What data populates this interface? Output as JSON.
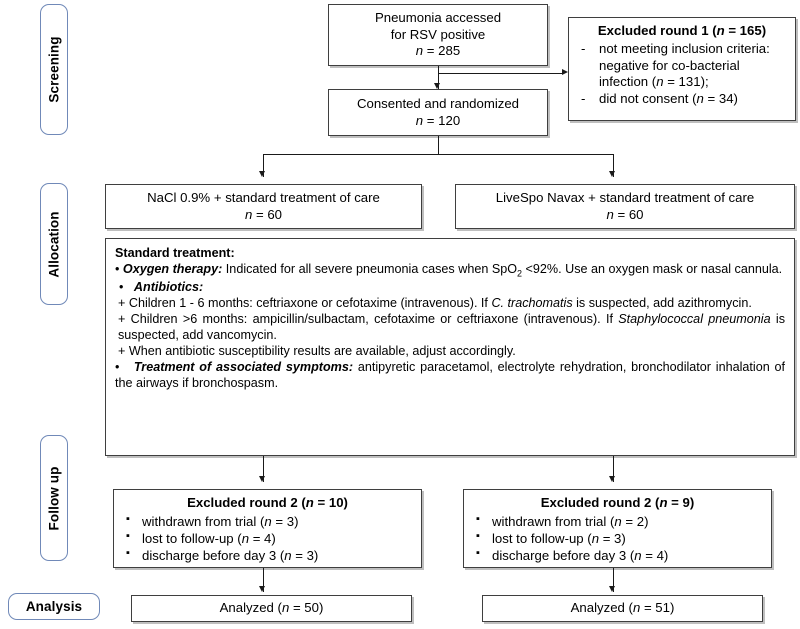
{
  "diagram": {
    "title": "CONSORT participant flow diagram",
    "stages": [
      {
        "id": "screening",
        "label": "Screening"
      },
      {
        "id": "allocation",
        "label": "Allocation"
      },
      {
        "id": "followup",
        "label": "Follow up"
      },
      {
        "id": "analysis",
        "label": "Analysis"
      }
    ],
    "boxes": {
      "assessed": {
        "line1": "Pneumonia accessed",
        "line2": "for RSV positive",
        "line3_n": "n",
        "line3_val": " = 285"
      },
      "excluded1": {
        "title_a": "Excluded round 1 (",
        "title_n": "n",
        "title_b": " = 165)",
        "items": [
          {
            "marker": "-",
            "text_a": "not meeting inclusion criteria: negative for co-bacterial infection (",
            "n": "n",
            "text_b": " = 131);"
          },
          {
            "marker": "-",
            "text_a": "did not consent (",
            "n": "n",
            "text_b": " = 34)"
          }
        ]
      },
      "randomized": {
        "line1": "Consented and randomized",
        "line2_n": "n",
        "line2_val": " = 120"
      },
      "arm_left": {
        "line1": "NaCl 0.9% + standard treatment of care",
        "line2_n": "n",
        "line2_val": " = 60"
      },
      "arm_right": {
        "line1": "LiveSpo Navax + standard treatment of care",
        "line2_n": "n",
        "line2_val": " = 60"
      },
      "standard_treatment": {
        "heading": "Standard treatment:",
        "oxygen_label": "Oxygen therapy:",
        "oxygen_text_a": " Indicated for all severe pneumonia cases when SpO",
        "oxygen_sub": "2",
        "oxygen_text_b": " <92%. Use an oxygen mask or nasal cannula.",
        "antibiotics_label": "Antibiotics:",
        "antibiotic_line_1_a": "+ Children 1 - 6 months: ceftriaxone or cefotaxime (intravenous). If ",
        "antibiotic_line_1_italic": "C. trachomatis",
        "antibiotic_line_1_b": " is suspected, add azithromycin.",
        "antibiotic_line_2_a": "+ Children >6 months: ampicillin/sulbactam, cefotaxime or ceftriaxone (intravenous). If ",
        "antibiotic_line_2_italic": "Staphylococcal pneumonia",
        "antibiotic_line_2_b": " is suspected, add vancomycin.",
        "antibiotic_line_3": "+ When antibiotic susceptibility results are available, adjust accordingly.",
        "symptoms_label": "Treatment of associated symptoms:",
        "symptoms_text": " antipyretic paracetamol, electrolyte rehydration, bronchodilator inhalation of the airways if bronchospasm."
      },
      "excluded2_left": {
        "title_a": "Excluded round 2 (",
        "title_n": "n",
        "title_b": " = 10)",
        "items": [
          {
            "marker": "▪",
            "text_a": "withdrawn from trial (",
            "n": "n",
            "text_b": " = 3)"
          },
          {
            "marker": "▪",
            "text_a": "lost to follow-up (",
            "n": "n",
            "text_b": " = 4)"
          },
          {
            "marker": "▪",
            "text_a": "discharge before day 3 (",
            "n": "n",
            "text_b": " = 3)"
          }
        ]
      },
      "excluded2_right": {
        "title_a": "Excluded round 2 (",
        "title_n": "n",
        "title_b": " = 9)",
        "items": [
          {
            "marker": "▪",
            "text_a": "withdrawn from trial (",
            "n": "n",
            "text_b": " = 2)"
          },
          {
            "marker": "▪",
            "text_a": "lost to follow-up (",
            "n": "n",
            "text_b": " = 3)"
          },
          {
            "marker": "▪",
            "text_a": "discharge before day 3 (",
            "n": "n",
            "text_b": " = 4)"
          }
        ]
      },
      "analyzed_left": {
        "text_a": "Analyzed (",
        "n": "n",
        "text_b": " = 50)"
      },
      "analyzed_right": {
        "text_a": "Analyzed (",
        "n": "n",
        "text_b": " = 51)"
      }
    },
    "colors": {
      "stage_border": "#7089b8",
      "box_border": "#3f3f3f",
      "box_shadow": "#bfbfbf",
      "connector": "#1a1a1a",
      "text": "#000000",
      "background": "#ffffff"
    }
  }
}
